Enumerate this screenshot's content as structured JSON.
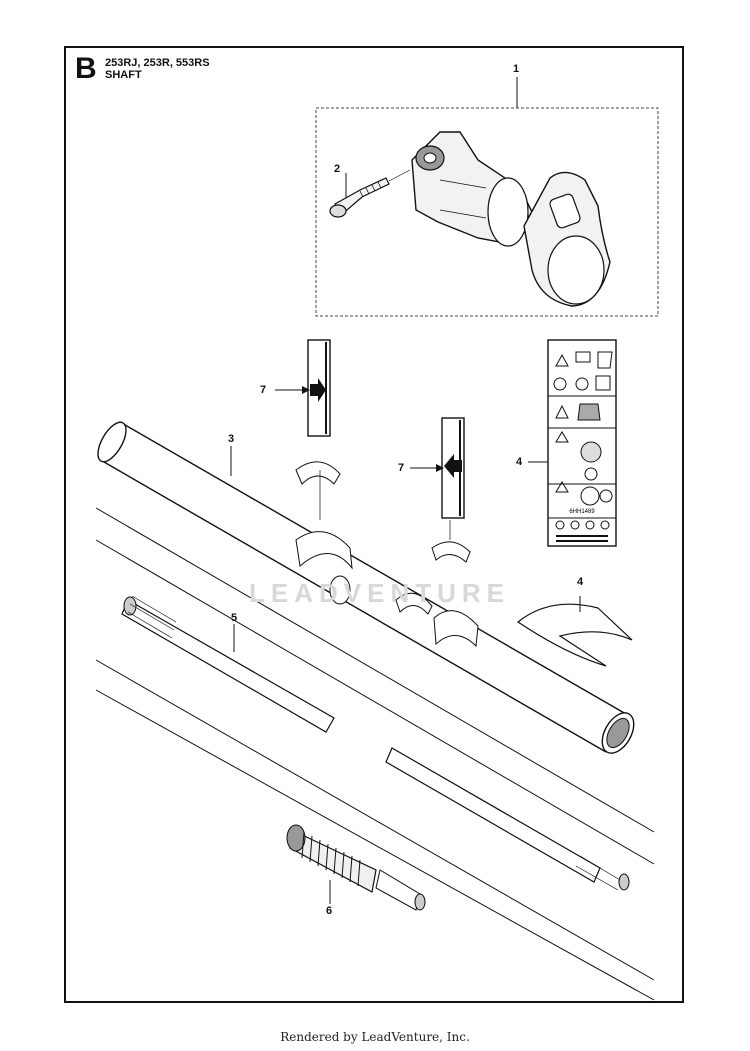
{
  "header": {
    "section": "B",
    "models": "253RJ, 253R, 553RS",
    "title": "SHAFT"
  },
  "callouts": {
    "c1": "1",
    "c2": "2",
    "c3": "3",
    "c4a": "4",
    "c4b": "4",
    "c5": "5",
    "c6": "6",
    "c7a": "7",
    "c7b": "7"
  },
  "decal": {
    "part_code": "6HH1489"
  },
  "watermark": "LEADVENTURE",
  "footer": "Rendered by LeadVenture, Inc."
}
